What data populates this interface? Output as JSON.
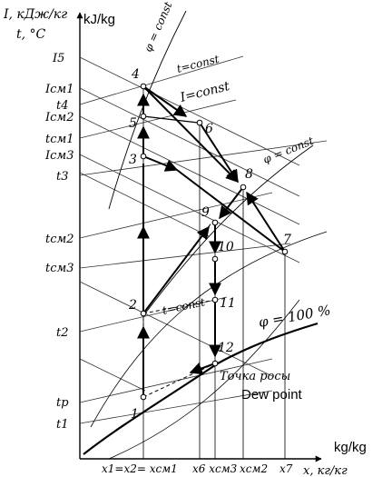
{
  "axes": {
    "y_label_main": "I, кДж/кг",
    "y_label_en": "kJ/kg",
    "y_label_t": "t, °C",
    "x_label_en": "kg/kg",
    "x_label_ru": "x, кг/кг"
  },
  "y_ticks": {
    "I5": "I5",
    "Icm1": "Iсм1",
    "t4": "t4",
    "Icm2": "Iсм2",
    "tcm1": "tсм1",
    "Icm3": "Iсм3",
    "t3": "t3",
    "tcm2": "tсм2",
    "tcm3": "tсм3",
    "t2": "t2",
    "tp": "tр",
    "t1": "t1"
  },
  "x_ticks": {
    "x1x2cm1": "x1=x2= xсм1",
    "x6xcm3": "x6 xсм3",
    "xcm2": "xсм2",
    "x7": "x7"
  },
  "curve_labels": {
    "phi_const_top": "φ = const",
    "t_const_top": "t=const",
    "I_const": "I=const",
    "phi_const_right": "φ = const",
    "t_const_mid": "t=const",
    "phi_100": "φ = 100 %",
    "dew_point_ru": "Точка росы",
    "dew_point_en": "Dew point"
  },
  "points": {
    "p1": "1",
    "p2": "2",
    "p3": "3",
    "p4": "4",
    "p5": "5",
    "p6": "6",
    "p7": "7",
    "p8": "8",
    "p9": "9",
    "p10": "10",
    "p11": "11",
    "p12": "12"
  }
}
